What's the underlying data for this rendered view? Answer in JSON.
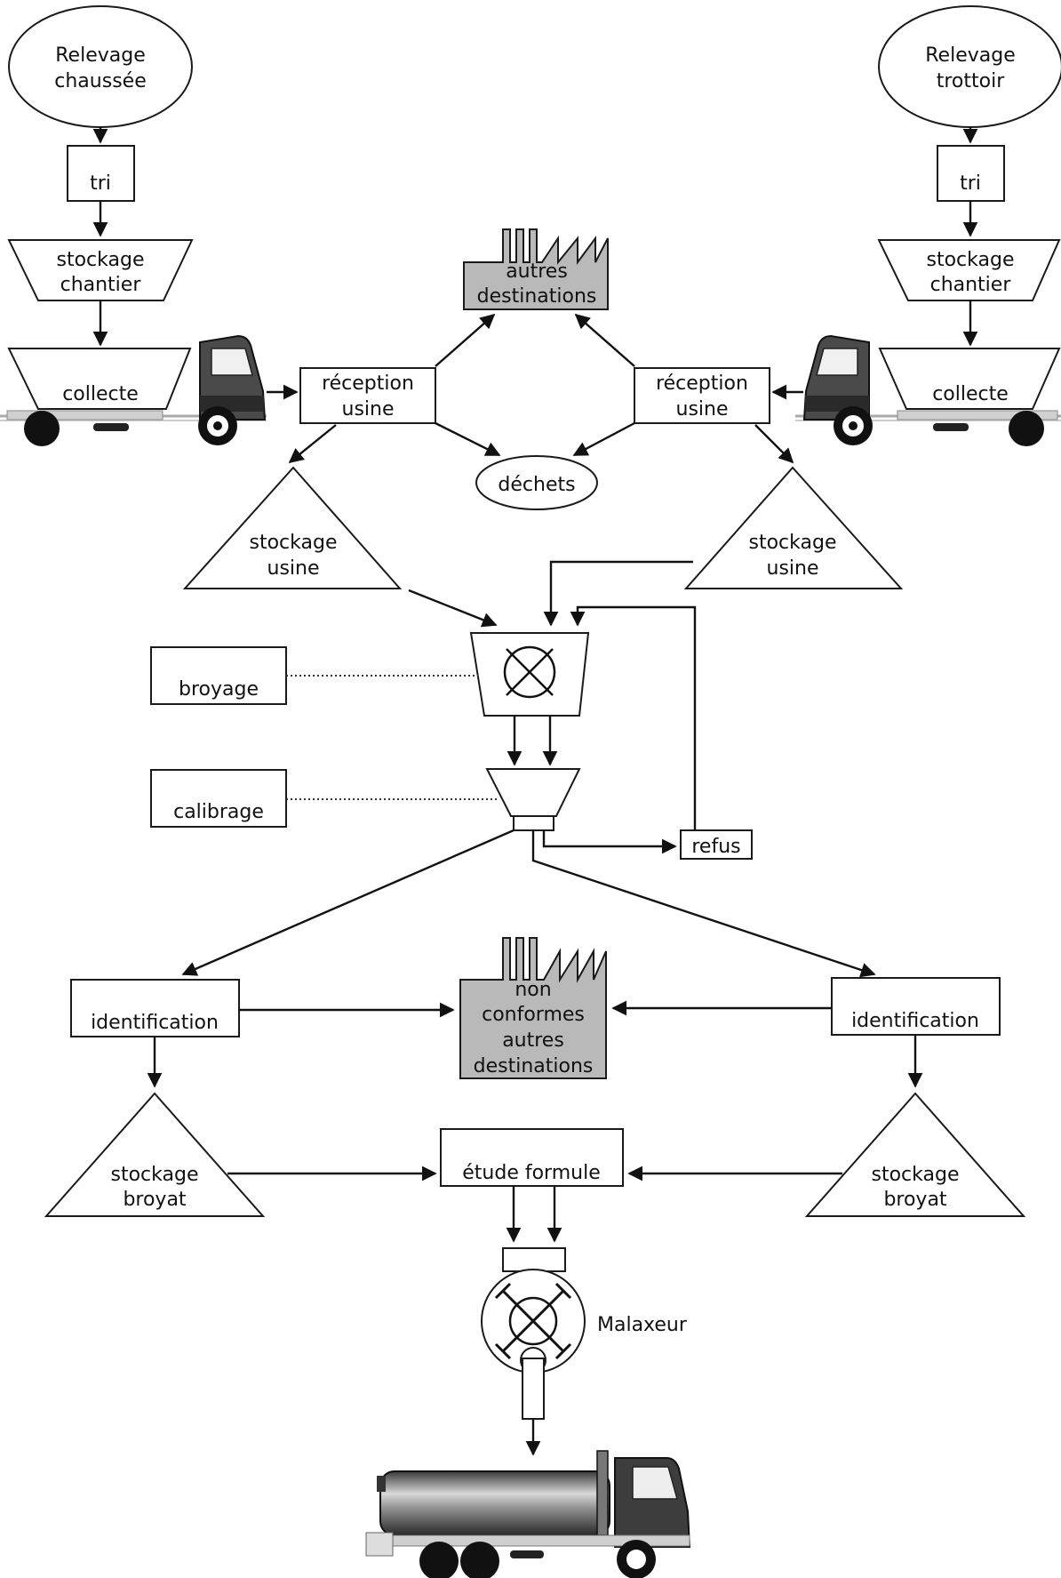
{
  "nodes": {
    "relevage_chaussee": [
      "Relevage",
      "chaussée"
    ],
    "relevage_trottoir": [
      "Relevage",
      "trottoir"
    ],
    "tri_left": "tri",
    "tri_right": "tri",
    "stockage_chantier_left": [
      "stockage",
      "chantier"
    ],
    "stockage_chantier_right": [
      "stockage",
      "chantier"
    ],
    "collecte_left": "collecte",
    "collecte_right": "collecte",
    "autres_destinations": [
      "autres",
      "destinations"
    ],
    "reception_left": [
      "réception",
      "usine"
    ],
    "reception_right": [
      "réception",
      "usine"
    ],
    "dechets": "déchets",
    "stockage_usine_left": [
      "stockage",
      "usine"
    ],
    "stockage_usine_right": [
      "stockage",
      "usine"
    ],
    "broyage": "broyage",
    "calibrage": "calibrage",
    "refus": "refus",
    "identification_left": "identification",
    "identification_right": "identification",
    "non_conformes": [
      "non",
      "conformes",
      "autres",
      "destinations"
    ],
    "stockage_broyat_left": [
      "stockage",
      "broyat"
    ],
    "stockage_broyat_right": [
      "stockage",
      "broyat"
    ],
    "etude_formule": "étude formule",
    "malaxeur": "Malaxeur"
  },
  "icons": {
    "factory": "factory-icon",
    "truck": "dump-truck-icon",
    "tanker": "tanker-truck-icon",
    "crusher": "crusher-icon",
    "mixer": "mixer-icon"
  },
  "colors": {
    "factory_fill": "#b9b9b9",
    "truck_body": "#555555"
  }
}
